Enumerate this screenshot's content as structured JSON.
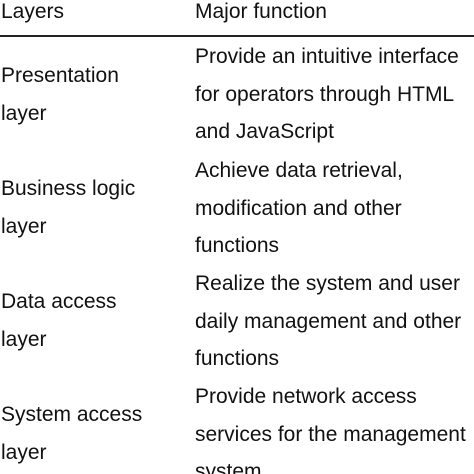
{
  "table": {
    "headers": {
      "layers": "Layers",
      "major_function": "Major function"
    },
    "rows": [
      {
        "layer": [
          "Presentation",
          "layer"
        ],
        "function": [
          "Provide an intuitive interface",
          "for operators through HTML",
          "and JavaScript"
        ]
      },
      {
        "layer": [
          "Business logic",
          "layer"
        ],
        "function": [
          "Achieve data retrieval,",
          "modification and other",
          "functions"
        ]
      },
      {
        "layer": [
          "Data access",
          "layer"
        ],
        "function": [
          "Realize the system and user",
          "daily management and other",
          "functions"
        ]
      },
      {
        "layer": [
          "System access",
          "layer"
        ],
        "function": [
          "Provide network access",
          "services for the management",
          "system"
        ]
      }
    ]
  }
}
